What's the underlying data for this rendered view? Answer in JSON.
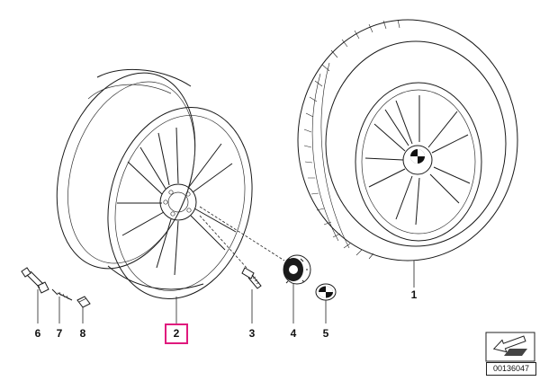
{
  "callouts": {
    "c1": "1",
    "c2": "2",
    "c3": "3",
    "c4": "4",
    "c5": "5",
    "c6": "6",
    "c7": "7",
    "c8": "8"
  },
  "reference_code": "00136047",
  "colors": {
    "line": "#1a1a1a",
    "highlight": "#e0197d",
    "hub_dark": "#111111"
  },
  "icons": [
    "navigation-arrow-icon",
    "roundel-emblem-icon"
  ]
}
